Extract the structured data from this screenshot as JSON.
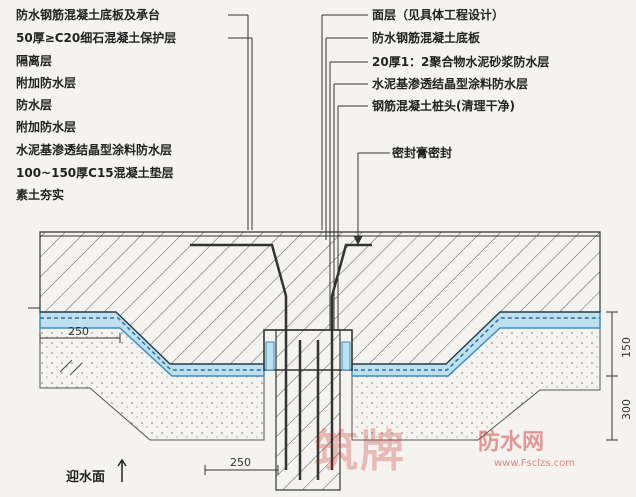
{
  "left_labels": [
    "防水钢筋混凝土底板及承台",
    "50厚≥C20细石混凝土保护层",
    "隔离层",
    "附加防水层",
    "防水层",
    "附加防水层",
    "水泥基渗透结晶型涂料防水层",
    "100~150厚C15混凝土垫层",
    "素土夯实"
  ],
  "right_labels": [
    "面层（见具体工程设计）",
    "防水钢筋混凝土底板",
    "20厚1：2聚合物水泥砂浆防水层",
    "水泥基渗透结晶型涂料防水层",
    "钢筋混凝土桩头(清理干净)"
  ],
  "seal_label": "密封膏密封",
  "dims": {
    "d250_left": "250",
    "d250_bottom": "250",
    "d150": "150",
    "d300": "300"
  },
  "water_face": "迎水面",
  "watermark": {
    "brand": "筑牌",
    "product": "防水网",
    "url": "www.Fsclzs.com"
  }
}
